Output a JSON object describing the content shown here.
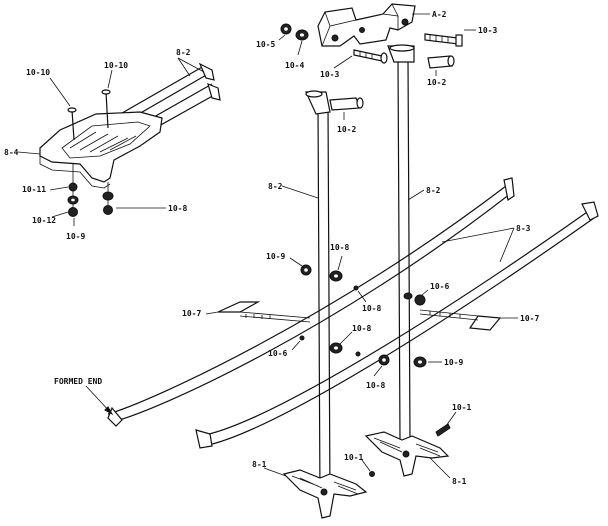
{
  "labels": {
    "a2": "A-2",
    "10_5": "10-5",
    "10_4": "10-4",
    "10_3_top": "10-3",
    "10_3_mid": "10-3",
    "10_2_top": "10-2",
    "10_2_mid": "10-2",
    "10_10_left": "10-10",
    "10_10_right": "10-10",
    "8_2_top": "8-2",
    "8_4": "8-4",
    "10_11": "10-11",
    "10_12": "10-12",
    "10_9_left": "10-9",
    "10_8_left": "10-8",
    "8_2_left": "8-2",
    "8_2_right": "8-2",
    "8_3": "8-3",
    "10_9_a": "10-9",
    "10_8_a": "10-8",
    "10_6_a": "10-6",
    "10_8_b": "10-8",
    "10_7_left": "10-7",
    "10_7_right": "10-7",
    "10_6_b": "10-6",
    "10_8_c": "10-8",
    "10_8_d": "10-8",
    "10_9_b": "10-9",
    "formed_end": "FORMED END",
    "10_1_a": "10-1",
    "10_1_b": "10-1",
    "8_1_left": "8-1",
    "8_1_right": "8-1"
  }
}
